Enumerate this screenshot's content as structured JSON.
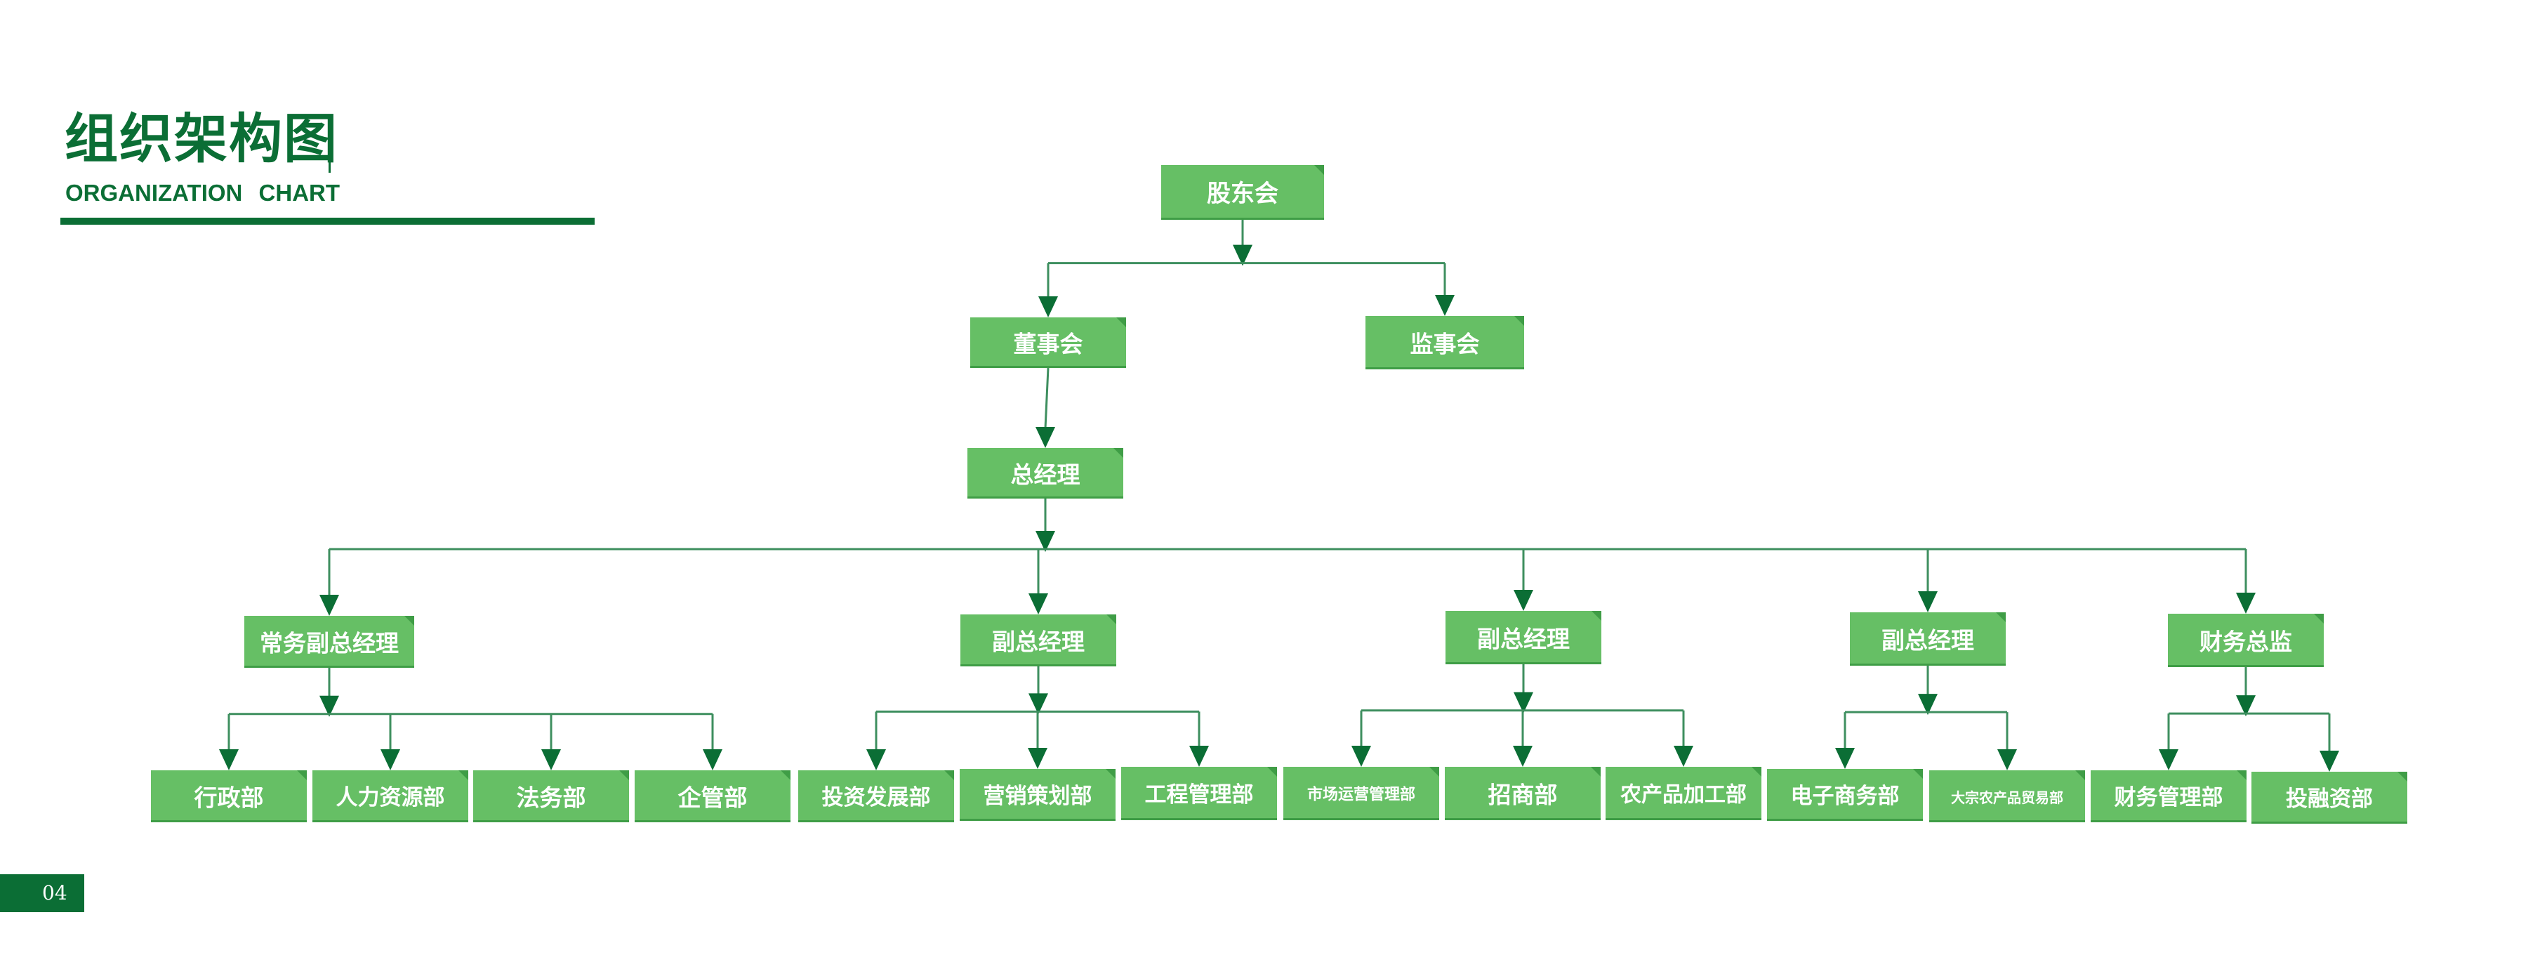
{
  "header": {
    "title_cn": "组织架构图",
    "title_en": "ORGANIZATION  CHART"
  },
  "footer": {
    "page_number": "04"
  },
  "colors": {
    "accent_dark": "#0b6e35",
    "node_fill": "#66bf65",
    "node_fold": "#3f9d46",
    "connector": "#3e8f5f"
  },
  "diagram": {
    "nodes": [
      {
        "id": "gudonghui",
        "label": "股东会"
      },
      {
        "id": "dongshihui",
        "label": "董事会"
      },
      {
        "id": "jianshihui",
        "label": "监事会"
      },
      {
        "id": "zongjingli",
        "label": "总经理"
      },
      {
        "id": "changwu",
        "label": "常务副总经理"
      },
      {
        "id": "fuzong1",
        "label": "副总经理"
      },
      {
        "id": "fuzong2",
        "label": "副总经理"
      },
      {
        "id": "fuzong3",
        "label": "副总经理"
      },
      {
        "id": "caiwuzongjian",
        "label": "财务总监"
      },
      {
        "id": "xingzheng",
        "label": "行政部"
      },
      {
        "id": "renli",
        "label": "人力资源部"
      },
      {
        "id": "fawu",
        "label": "法务部"
      },
      {
        "id": "qiguan",
        "label": "企管部"
      },
      {
        "id": "touzi",
        "label": "投资发展部"
      },
      {
        "id": "yingxiao",
        "label": "营销策划部"
      },
      {
        "id": "gongcheng",
        "label": "工程管理部"
      },
      {
        "id": "shichang",
        "label": "市场运营管理部"
      },
      {
        "id": "zhaoshang",
        "label": "招商部"
      },
      {
        "id": "nongchanpin",
        "label": "农产品加工部"
      },
      {
        "id": "dianzi",
        "label": "电子商务部"
      },
      {
        "id": "dazong",
        "label": "大宗农产品贸易部"
      },
      {
        "id": "caiwuguanli",
        "label": "财务管理部"
      },
      {
        "id": "tourong",
        "label": "投融资部"
      }
    ],
    "edges": [
      {
        "from": "gudonghui",
        "to": "dongshihui"
      },
      {
        "from": "gudonghui",
        "to": "jianshihui"
      },
      {
        "from": "dongshihui",
        "to": "zongjingli"
      },
      {
        "from": "zongjingli",
        "to": "changwu"
      },
      {
        "from": "zongjingli",
        "to": "fuzong1"
      },
      {
        "from": "zongjingli",
        "to": "fuzong2"
      },
      {
        "from": "zongjingli",
        "to": "fuzong3"
      },
      {
        "from": "zongjingli",
        "to": "caiwuzongjian"
      },
      {
        "from": "changwu",
        "to": "xingzheng"
      },
      {
        "from": "changwu",
        "to": "renli"
      },
      {
        "from": "changwu",
        "to": "fawu"
      },
      {
        "from": "changwu",
        "to": "qiguan"
      },
      {
        "from": "fuzong1",
        "to": "touzi"
      },
      {
        "from": "fuzong1",
        "to": "yingxiao"
      },
      {
        "from": "fuzong1",
        "to": "gongcheng"
      },
      {
        "from": "fuzong2",
        "to": "shichang"
      },
      {
        "from": "fuzong2",
        "to": "zhaoshang"
      },
      {
        "from": "fuzong2",
        "to": "nongchanpin"
      },
      {
        "from": "fuzong3",
        "to": "dianzi"
      },
      {
        "from": "fuzong3",
        "to": "dazong"
      },
      {
        "from": "caiwuzongjian",
        "to": "caiwuguanli"
      },
      {
        "from": "caiwuzongjian",
        "to": "tourong"
      }
    ]
  }
}
